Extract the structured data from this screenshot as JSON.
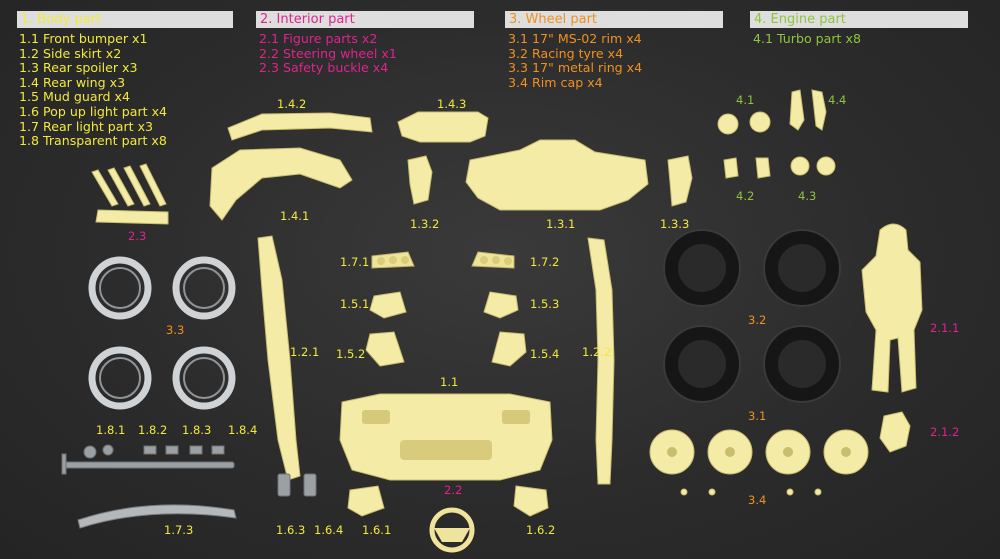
{
  "sections": [
    {
      "id": "body",
      "heading": "1. Body part",
      "color": "#f2ea3a",
      "items": [
        "1.1 Front bumper x1",
        "1.2 Side skirt x2",
        "1.3 Rear spoiler x3",
        "1.4 Rear wing x3",
        "1.5 Mud guard x4",
        "1.6 Pop up light part x4",
        "1.7 Rear light part x3",
        "1.8 Transparent part x8"
      ]
    },
    {
      "id": "interior",
      "heading": "2. Interior part",
      "color": "#e0238f",
      "items": [
        "2.1 Figure parts x2",
        "2.2 Steering wheel x1",
        "2.3 Safety buckle x4"
      ]
    },
    {
      "id": "wheel",
      "heading": "3. Wheel part",
      "color": "#f09020",
      "items": [
        "3.1 17\" MS-02 rim x4",
        "3.2 Racing tyre x4",
        "3.3 17\" metal ring x4",
        "3.4 Rim cap x4"
      ]
    },
    {
      "id": "engine",
      "heading": "4. Engine part",
      "color": "#8cc63f",
      "items": [
        "4.1 Turbo part x8"
      ]
    }
  ],
  "part_labels": {
    "l_1_4_2": "1.4.2",
    "l_1_4_3": "1.4.3",
    "l_1_4_1": "1.4.1",
    "l_1_3_2": "1.3.2",
    "l_1_3_1": "1.3.1",
    "l_1_3_3": "1.3.3",
    "l_2_3": "2.3",
    "l_1_7_1": "1.7.1",
    "l_1_7_2": "1.7.2",
    "l_1_5_1": "1.5.1",
    "l_1_5_3": "1.5.3",
    "l_1_5_2": "1.5.2",
    "l_1_5_4": "1.5.4",
    "l_1_2_1": "1.2.1",
    "l_1_2_2": "1.2.2",
    "l_1_1": "1.1",
    "l_3_3": "3.3",
    "l_3_2": "3.2",
    "l_3_1": "3.1",
    "l_3_4": "3.4",
    "l_2_1_1": "2.1.1",
    "l_2_1_2": "2.1.2",
    "l_2_2": "2.2",
    "l_1_8_1": "1.8.1",
    "l_1_8_2": "1.8.2",
    "l_1_8_3": "1.8.3",
    "l_1_8_4": "1.8.4",
    "l_1_7_3": "1.7.3",
    "l_1_6_3": "1.6.3",
    "l_1_6_4": "1.6.4",
    "l_1_6_1": "1.6.1",
    "l_1_6_2": "1.6.2",
    "l_4_1": "4.1",
    "l_4_4": "4.4",
    "l_4_2": "4.2",
    "l_4_3": "4.3"
  },
  "colors": {
    "body": "#f2ea3a",
    "interior": "#e0238f",
    "wheel": "#f09020",
    "engine": "#8cc63f",
    "resin": "#f4eba6",
    "background": "#2c2c2c"
  }
}
